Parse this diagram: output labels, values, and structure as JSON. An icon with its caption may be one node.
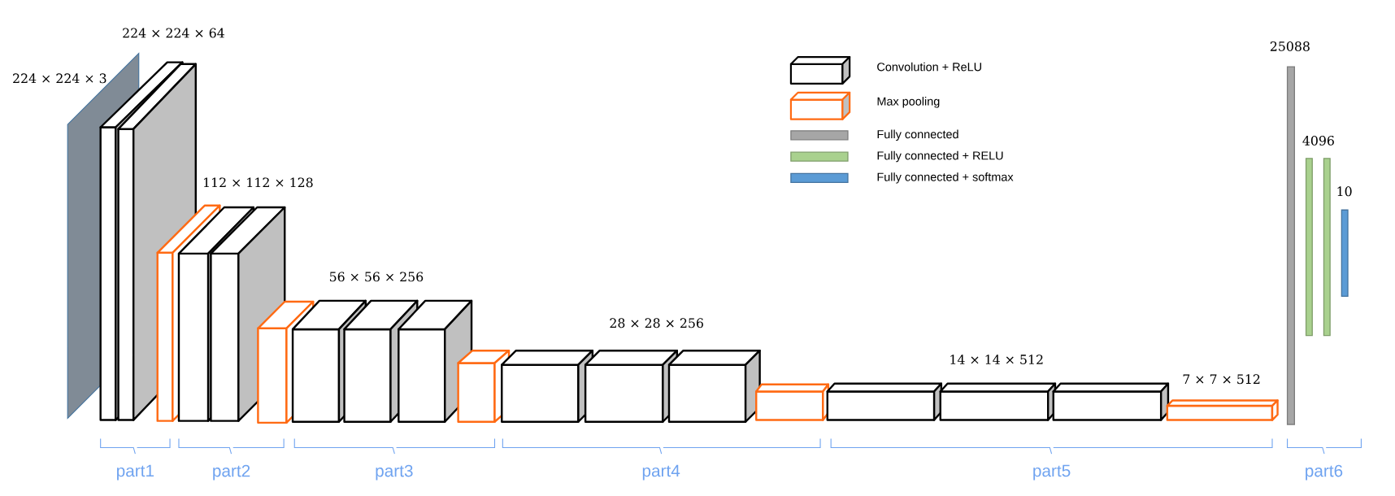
{
  "diagram": {
    "labels": [
      "224 × 224 × 64",
      "25088",
      "224 × 224 × 3",
      "4096",
      "112 × 112 × 128",
      "10",
      "56 × 56 × 256",
      "28 × 28 × 256",
      "14 × 14 × 512",
      "7 × 7 × 512",
      "part1",
      "part2",
      "part3",
      "part4",
      "part5",
      "part6"
    ],
    "legend": [
      {
        "text": "Convolution + ReLU"
      },
      {
        "text": "Max pooling"
      },
      {
        "text": "Fully connected",
        "color": "#a6a6a6"
      },
      {
        "text": "Fully connected + RELU",
        "color": "#a9d18e"
      },
      {
        "text": "Fully connected + softmax",
        "color": "#5b9bd5"
      }
    ]
  }
}
